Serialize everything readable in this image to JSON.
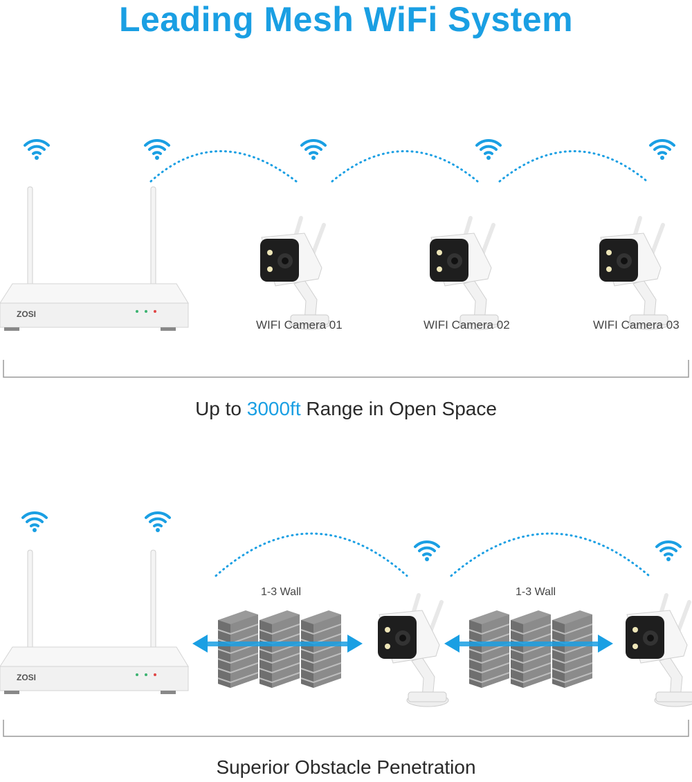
{
  "title": "Leading Mesh WiFi System",
  "brand": "ZOSI",
  "section_range": {
    "cameras": [
      "WIFI Camera 01",
      "WIFI Camera 02",
      "WIFI Camera 03"
    ],
    "caption_prefix": "Up to ",
    "caption_highlight": "3000ft",
    "caption_suffix": " Range in Open Space"
  },
  "section_walls": {
    "wall_labels": [
      "1-3 Wall",
      "1-3 Wall"
    ],
    "caption": "Superior Obstacle Penetration"
  },
  "colors": {
    "accent": "#1a9fe3",
    "brick": "#8a8a8a",
    "device": "#f3f3f3"
  },
  "icons": [
    "wifi-icon",
    "router",
    "camera",
    "brick-wall",
    "double-arrow"
  ]
}
